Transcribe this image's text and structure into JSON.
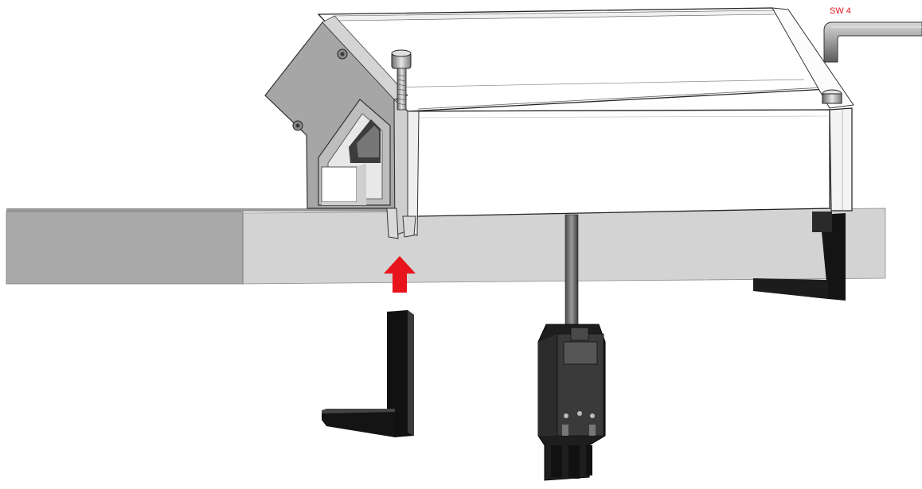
{
  "figure": {
    "tool_label": "SW 4",
    "accent_color": "#e8141c",
    "parts": [
      "worktop",
      "socket-housing",
      "fixing-bolt",
      "allen-key",
      "clamp-bracket",
      "connector-plug",
      "cable"
    ],
    "direction_icon": "arrow-up-icon"
  }
}
